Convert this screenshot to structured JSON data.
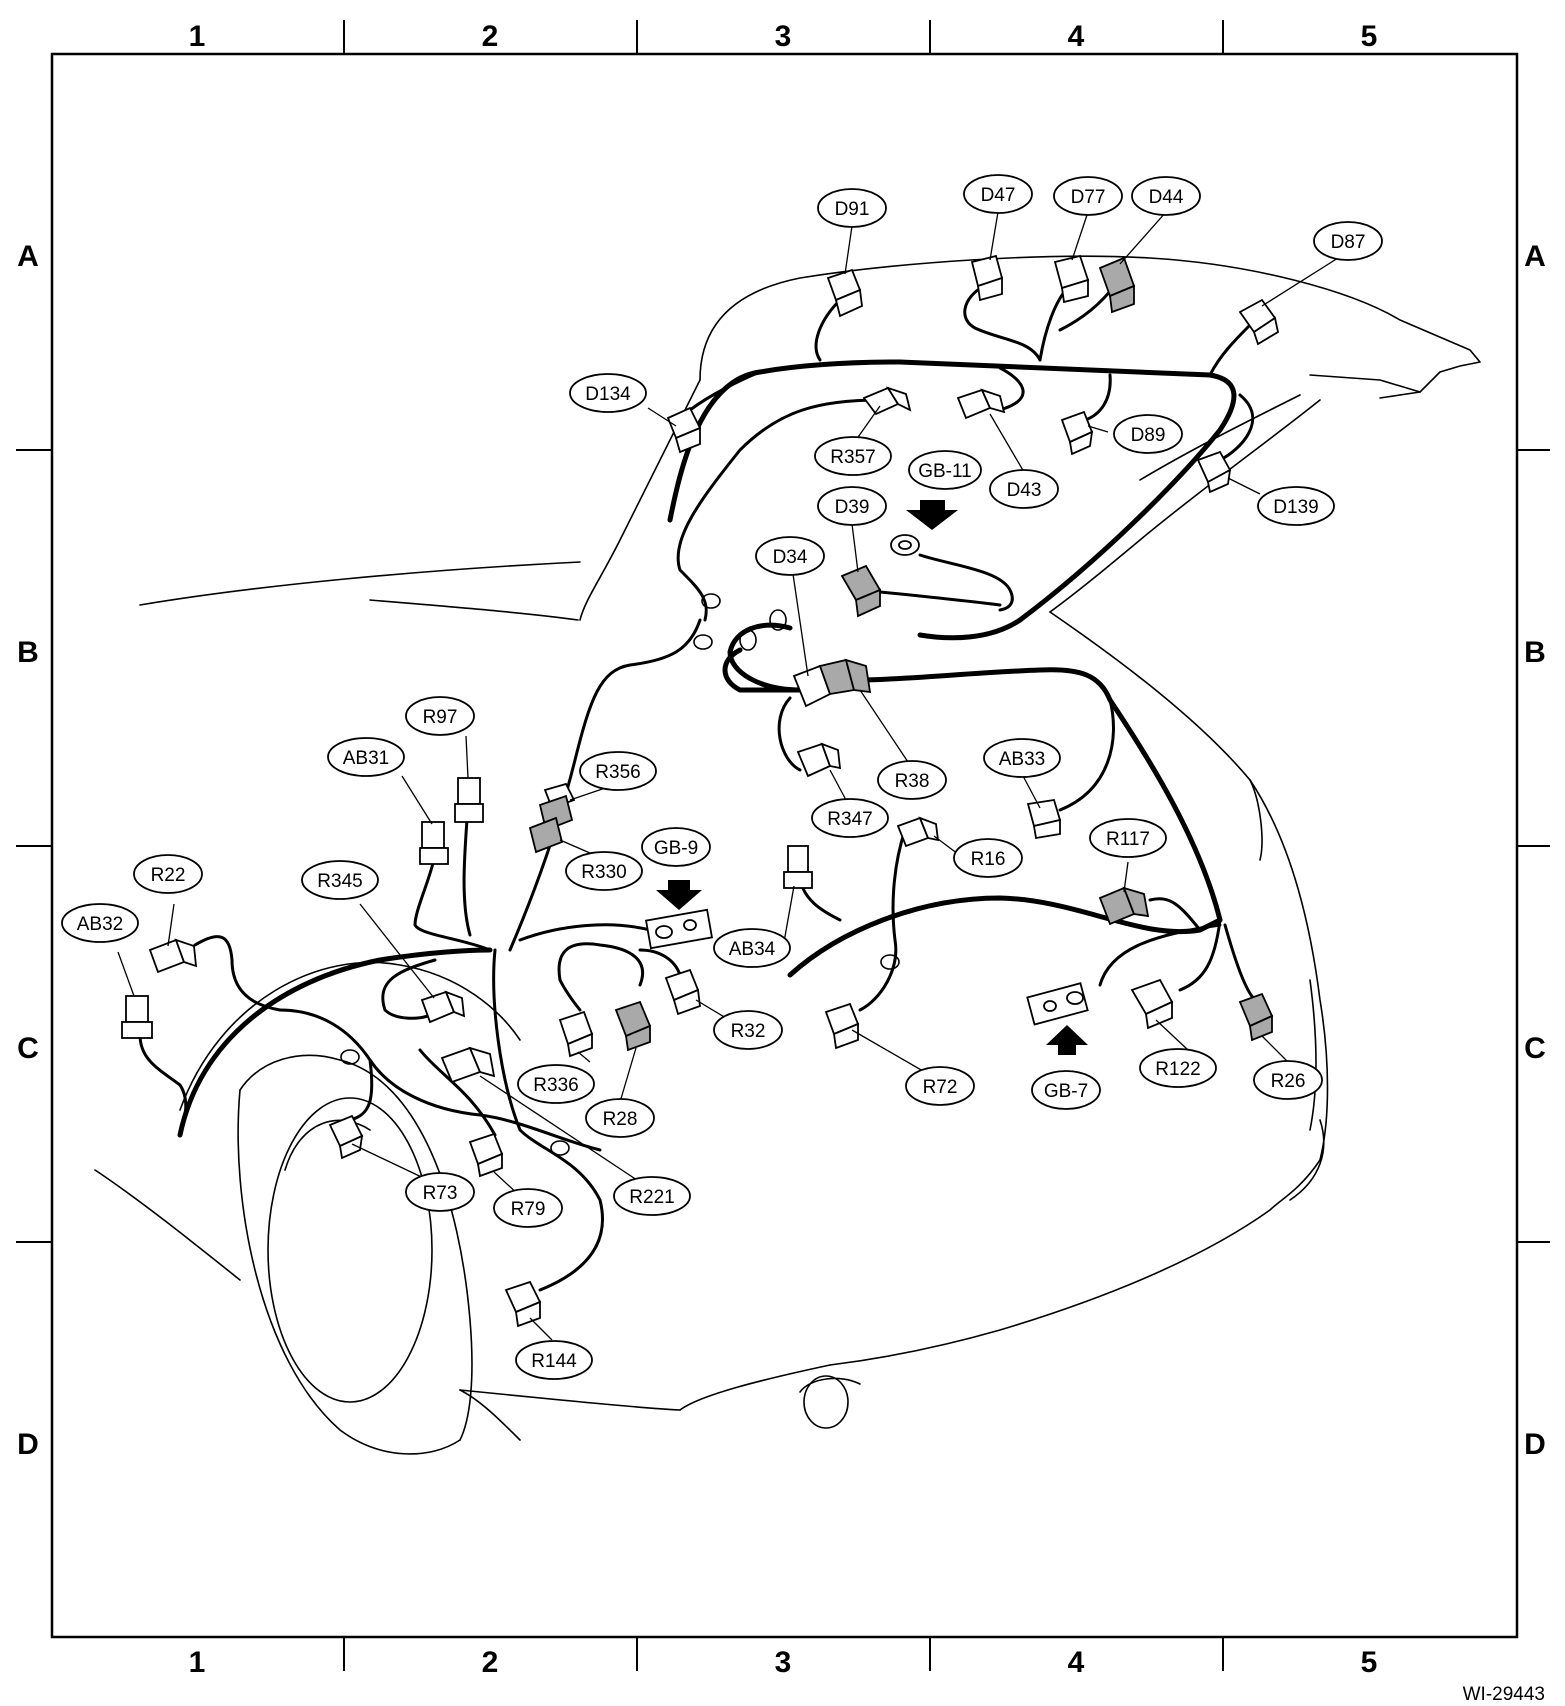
{
  "figure_id": "WI-29443",
  "grid": {
    "columns": [
      "1",
      "2",
      "3",
      "4",
      "5"
    ],
    "rows": [
      "A",
      "B",
      "C",
      "D"
    ]
  },
  "colors": {
    "line": "#000000",
    "gray_connector": "#a9a9a9",
    "background": "#ffffff"
  },
  "labels": {
    "D91": "D91",
    "D47": "D47",
    "D77": "D77",
    "D44": "D44",
    "D87": "D87",
    "D134": "D134",
    "R357": "R357",
    "D43": "D43",
    "D89": "D89",
    "D139": "D139",
    "GB11": "GB-11",
    "D39": "D39",
    "D34": "D34",
    "R38": "R38",
    "R347": "R347",
    "AB33": "AB33",
    "R97": "R97",
    "AB31": "AB31",
    "R356": "R356",
    "R330": "R330",
    "GB9": "GB-9",
    "R16": "R16",
    "R117": "R117",
    "R22": "R22",
    "R345": "R345",
    "AB32": "AB32",
    "AB34": "AB34",
    "R32": "R32",
    "R336": "R336",
    "R28": "R28",
    "R72": "R72",
    "GB7": "GB-7",
    "R122": "R122",
    "R26": "R26",
    "R73": "R73",
    "R79": "R79",
    "R221": "R221",
    "R144": "R144"
  }
}
